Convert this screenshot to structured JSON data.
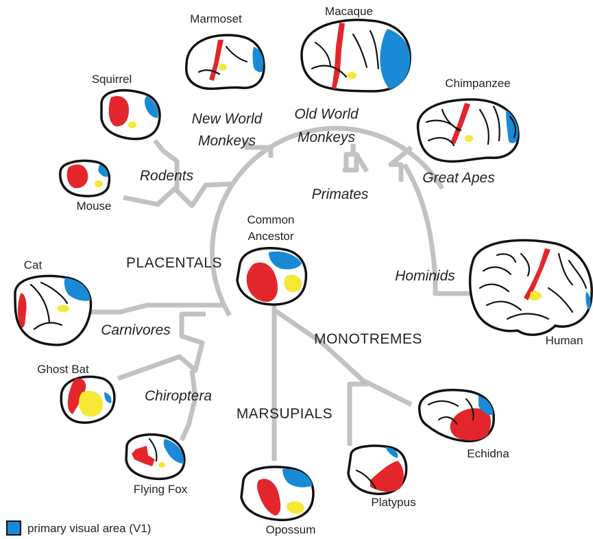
{
  "colors": {
    "v1": "#1a8ad6",
    "s1": "#e3262c",
    "a1": "#f5e935",
    "tree": "#c2c2c2",
    "outline": "#111111"
  },
  "species": {
    "marmoset": "Marmoset",
    "macaque": "Macaque",
    "squirrel": "Squirrel",
    "chimpanzee": "Chimpanzee",
    "mouse": "Mouse",
    "common_ancestor_line1": "Common",
    "common_ancestor_line2": "Ancestor",
    "cat": "Cat",
    "human": "Human",
    "ghost_bat": "Ghost Bat",
    "echidna": "Echidna",
    "flying_fox": "Flying Fox",
    "platypus": "Platypus",
    "opossum": "Opossum"
  },
  "groups": {
    "new_world_line1": "New World",
    "new_world_line2": "Monkeys",
    "old_world_line1": "Old World",
    "old_world_line2": "Monkeys",
    "rodents": "Rodents",
    "primates": "Primates",
    "great_apes": "Great Apes",
    "hominids": "Hominids",
    "carnivores": "Carnivores",
    "chiroptera": "Chiroptera"
  },
  "clades": {
    "placentals": "PLACENTALS",
    "monotremes": "MONOTREMES",
    "marsupials": "MARSUPIALS"
  },
  "legend": {
    "label": "primary visual area (V1)",
    "swatch_icon": "blue-square-swatch"
  }
}
